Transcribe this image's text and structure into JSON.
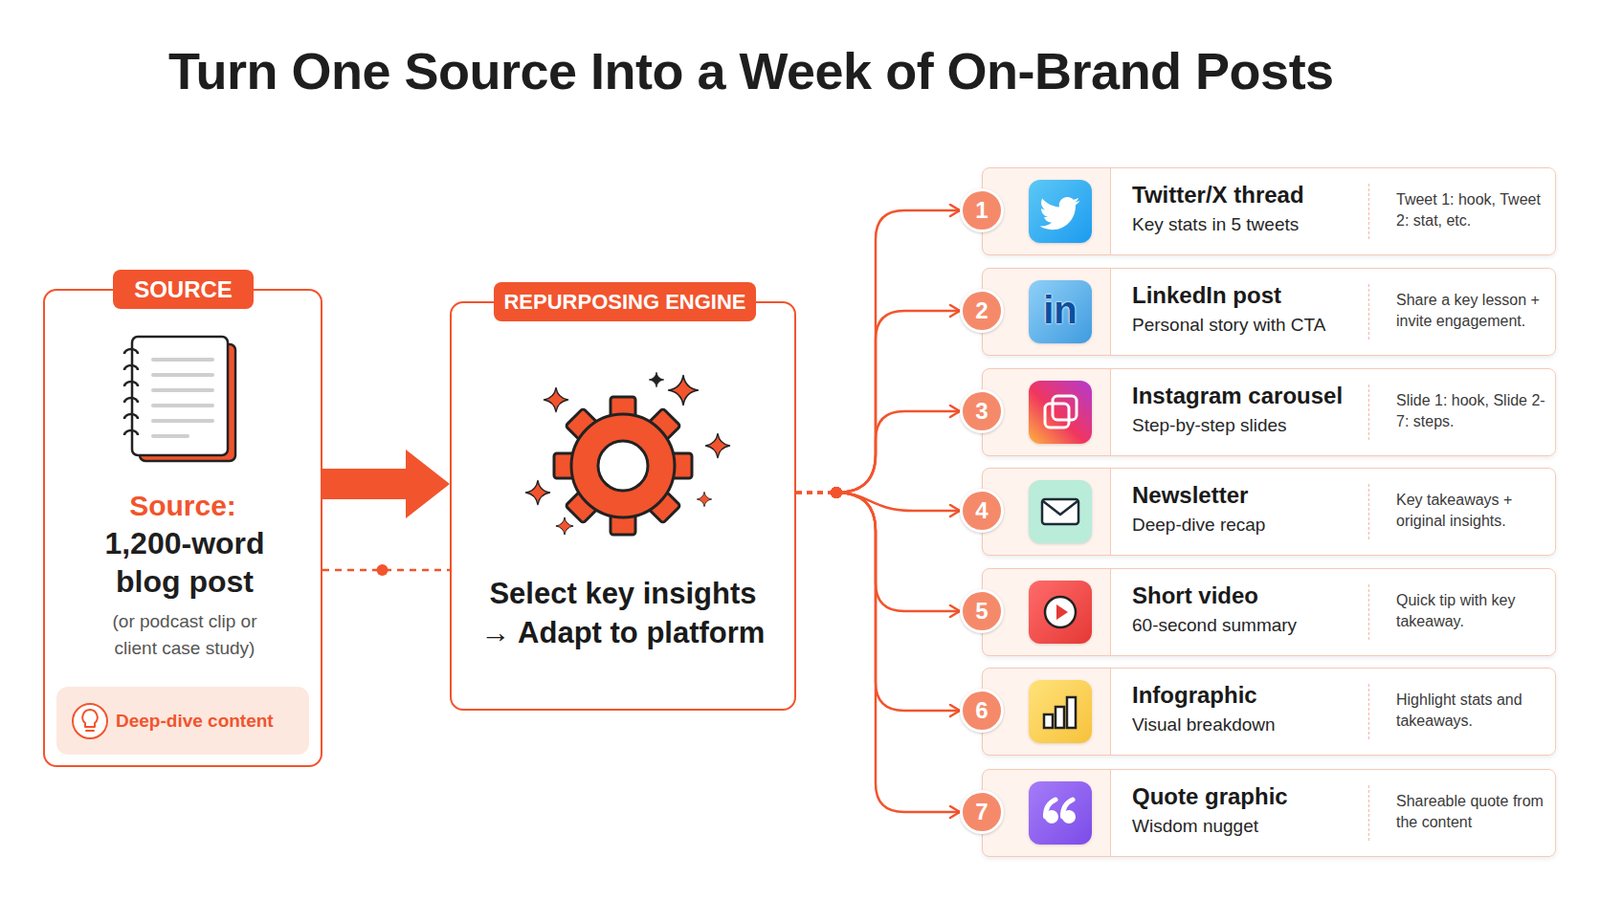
{
  "diagram": {
    "title": "Turn One Source Into a Week of On-Brand Posts",
    "nodes": [
      {
        "text": [
          "SOURCE",
          "Source:",
          "1,200-word blog post",
          "(or podcast clip or client case study)"
        ]
      },
      {
        "text": [
          "Deep-dive content"
        ],
        "in": 0
      },
      {
        "text": [
          "REPURPOSING ENGINE",
          "Select key insights",
          "→ Adapt to platform"
        ]
      },
      {
        "text": [
          "Twitter/X thread",
          "Key stats in 5 tweets",
          "Tweet 1: hook, Tweet 2: stat, etc."
        ]
      },
      {
        "text": [
          "1"
        ],
        "in": 3
      },
      {
        "text": [
          "LinkedIn post",
          "Personal story with CTA",
          "Share a key lesson + invite engagement."
        ]
      },
      {
        "text": [
          "2"
        ],
        "in": 5
      },
      {
        "text": [
          "Instagram carousel",
          "Step-by-step slides",
          "Slide 1: hook, Slide 2-7: steps."
        ]
      },
      {
        "text": [
          "3"
        ],
        "in": 7
      },
      {
        "text": [
          "Newsletter",
          "Deep-dive recap",
          "Key takeaways + original insights."
        ]
      },
      {
        "text": [
          "4"
        ],
        "in": 9
      },
      {
        "text": [
          "Short video",
          "60-second summary",
          "Quick tip with key takeaway."
        ]
      },
      {
        "text": [
          "5"
        ],
        "in": 11
      },
      {
        "text": [
          "Infographic",
          "Visual breakdown",
          "Highlight stats and takeaways."
        ]
      },
      {
        "text": [
          "6"
        ],
        "in": 13
      },
      {
        "text": [
          "Quote graphic",
          "Wisdom nugget",
          "Shareable quote from the content"
        ]
      },
      {
        "text": [
          "7"
        ],
        "in": 15
      }
    ],
    "edges": [
      {
        "from": 0,
        "to": 2,
        "arrow": "to"
      },
      {
        "from": 0,
        "to": 2,
        "arrow": "none"
      },
      {
        "from": 2,
        "to": 4,
        "arrow": "to"
      },
      {
        "from": 2,
        "to": 6,
        "arrow": "to"
      },
      {
        "from": 2,
        "to": 8,
        "arrow": "to"
      },
      {
        "from": 2,
        "to": 10,
        "arrow": "to"
      },
      {
        "from": 2,
        "to": 12,
        "arrow": "to"
      },
      {
        "from": 2,
        "to": 14,
        "arrow": "to"
      },
      {
        "from": 2,
        "to": 16,
        "arrow": "to"
      }
    ],
    "labels": [
      "in"
    ]
  }
}
